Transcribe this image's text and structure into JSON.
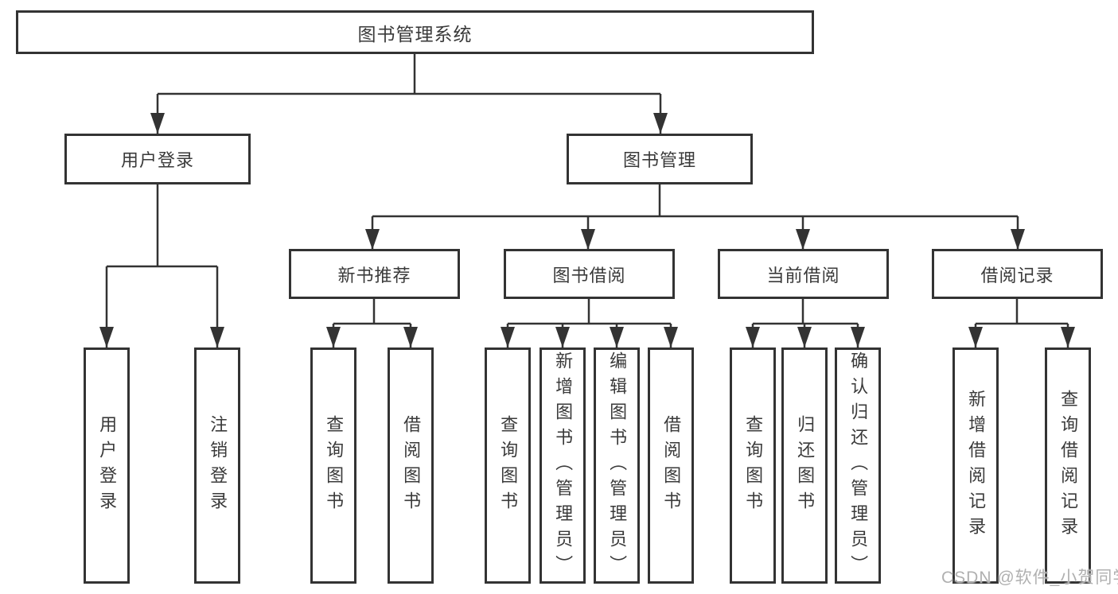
{
  "watermark": "CSDN @软件_小贺同学",
  "colors": {
    "line": "#333333",
    "box_border": "#333333",
    "box_background": "#ffffff",
    "text": "#3a3a3a",
    "watermark": "#b0b0b0"
  },
  "nodes": {
    "root": {
      "label": "图书管理系统"
    },
    "user_login": {
      "label": "用户登录"
    },
    "book_mgmt": {
      "label": "图书管理"
    },
    "login_children": {
      "user_login": {
        "label": "用户登录"
      },
      "logout": {
        "label": "注销登录"
      }
    },
    "new_book_rec": {
      "label": "新书推荐"
    },
    "book_borrow": {
      "label": "图书借阅"
    },
    "current_borrow": {
      "label": "当前借阅"
    },
    "borrow_record": {
      "label": "借阅记录"
    },
    "rec_children": {
      "query_book": {
        "label": "查询图书"
      },
      "borrow_book": {
        "label": "借阅图书"
      }
    },
    "bb_children": {
      "query_book": {
        "label": "查询图书"
      },
      "add_book": {
        "label": "新增图书（管理员）"
      },
      "edit_book": {
        "label": "编辑图书（管理员）"
      },
      "borrow_book": {
        "label": "借阅图书"
      }
    },
    "cb_children": {
      "query_book": {
        "label": "查询图书"
      },
      "return_book": {
        "label": "归还图书"
      },
      "confirm_return": {
        "label": "确认归还（管理员）"
      }
    },
    "br_children": {
      "add_record": {
        "label": "新增借阅记录"
      },
      "query_record": {
        "label": "查询借阅记录"
      }
    }
  }
}
